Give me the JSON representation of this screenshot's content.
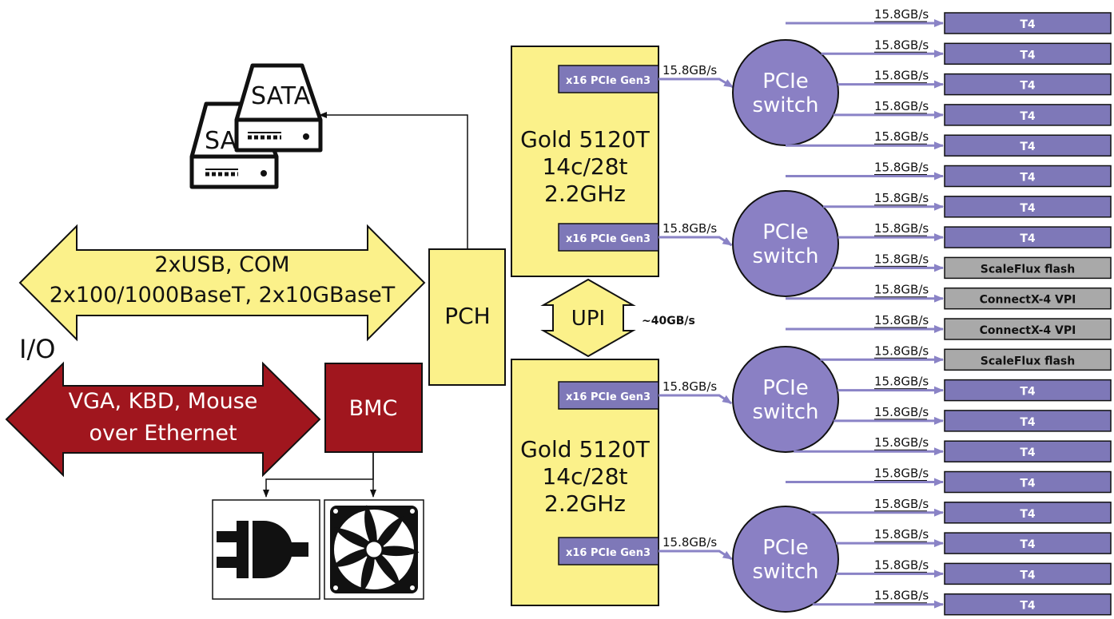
{
  "colors": {
    "cpu_fill": "#fbf18a",
    "cpu_stroke": "#111111",
    "switch_fill": "#8a80c4",
    "port_fill": "#7e78b8",
    "arrow_fill": "#fbf18a",
    "red_fill": "#a0161e",
    "card_gray": "#a9a9a9",
    "link": "#8a83c6"
  },
  "io": {
    "label": "I/O",
    "yellow_arrow_text": [
      "2xUSB, COM",
      "2x100/1000BaseT, 2x10GBaseT"
    ],
    "red_arrow_text": [
      "VGA, KBD, Mouse",
      "over Ethernet"
    ]
  },
  "bmc": {
    "label": "BMC"
  },
  "pch": {
    "label": "PCH"
  },
  "sata": {
    "front": "SATA",
    "back": "SA"
  },
  "upi": {
    "label": "UPI",
    "bandwidth": "~40GB/s"
  },
  "cpus": [
    {
      "lines": [
        "Gold 5120T",
        "14c/28t",
        "2.2GHz"
      ],
      "ports": [
        "x16 PCIe Gen3",
        "x16 PCIe Gen3"
      ]
    },
    {
      "lines": [
        "Gold 5120T",
        "14c/28t",
        "2.2GHz"
      ],
      "ports": [
        "x16 PCIe Gen3",
        "x16 PCIe Gen3"
      ]
    }
  ],
  "uplink_bw": [
    "15.8GB/s",
    "15.8GB/s",
    "15.8GB/s",
    "15.8GB/s"
  ],
  "switches": [
    {
      "lines": [
        "PCIe",
        "switch"
      ]
    },
    {
      "lines": [
        "PCIe",
        "switch"
      ]
    },
    {
      "lines": [
        "PCIe",
        "switch"
      ]
    },
    {
      "lines": [
        "PCIe",
        "switch"
      ]
    }
  ],
  "cards": [
    {
      "label": "T4",
      "bw": "15.8GB/s",
      "kind": "gpu"
    },
    {
      "label": "T4",
      "bw": "15.8GB/s",
      "kind": "gpu"
    },
    {
      "label": "T4",
      "bw": "15.8GB/s",
      "kind": "gpu"
    },
    {
      "label": "T4",
      "bw": "15.8GB/s",
      "kind": "gpu"
    },
    {
      "label": "T4",
      "bw": "15.8GB/s",
      "kind": "gpu"
    },
    {
      "label": "T4",
      "bw": "15.8GB/s",
      "kind": "gpu"
    },
    {
      "label": "T4",
      "bw": "15.8GB/s",
      "kind": "gpu"
    },
    {
      "label": "T4",
      "bw": "15.8GB/s",
      "kind": "gpu"
    },
    {
      "label": "ScaleFlux flash",
      "bw": "15.8GB/s",
      "kind": "other"
    },
    {
      "label": "ConnectX-4 VPI",
      "bw": "15.8GB/s",
      "kind": "other"
    },
    {
      "label": "ConnectX-4 VPI",
      "bw": "15.8GB/s",
      "kind": "other"
    },
    {
      "label": "ScaleFlux flash",
      "bw": "15.8GB/s",
      "kind": "other"
    },
    {
      "label": "T4",
      "bw": "15.8GB/s",
      "kind": "gpu"
    },
    {
      "label": "T4",
      "bw": "15.8GB/s",
      "kind": "gpu"
    },
    {
      "label": "T4",
      "bw": "15.8GB/s",
      "kind": "gpu"
    },
    {
      "label": "T4",
      "bw": "15.8GB/s",
      "kind": "gpu"
    },
    {
      "label": "T4",
      "bw": "15.8GB/s",
      "kind": "gpu"
    },
    {
      "label": "T4",
      "bw": "15.8GB/s",
      "kind": "gpu"
    },
    {
      "label": "T4",
      "bw": "15.8GB/s",
      "kind": "gpu"
    },
    {
      "label": "T4",
      "bw": "15.8GB/s",
      "kind": "gpu"
    }
  ],
  "icons": {
    "power": "power-plug-icon",
    "fan": "fan-icon",
    "disk": "hard-disk-icon"
  }
}
